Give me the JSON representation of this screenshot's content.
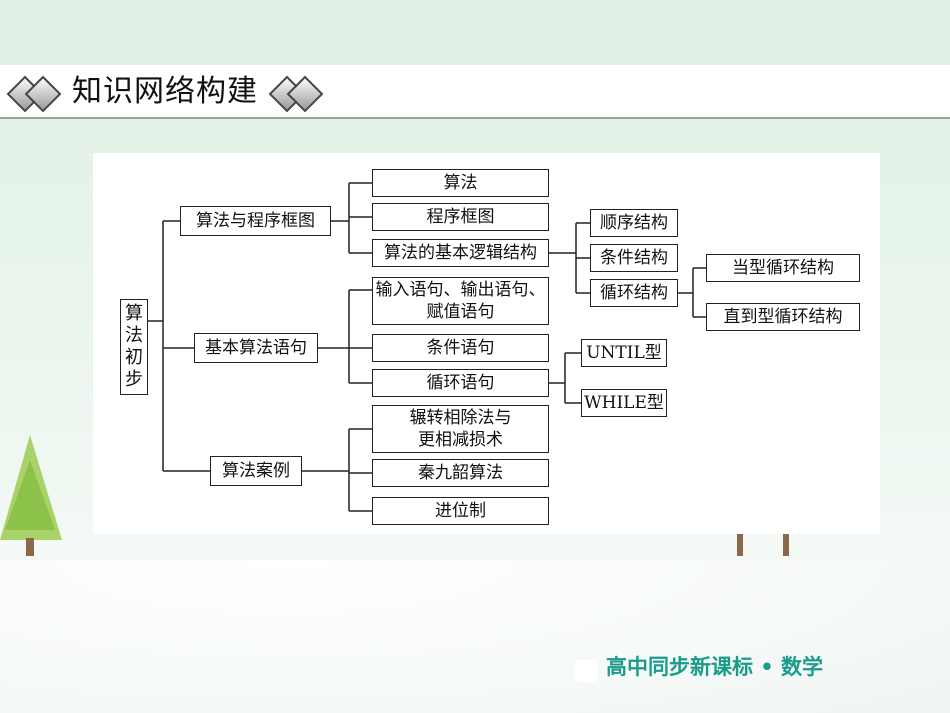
{
  "header": {
    "title": "知识网络构建"
  },
  "diagram": {
    "root": "算法\n初步",
    "level1": [
      "算法与程序框图",
      "基本算法语句",
      "算法案例"
    ],
    "algo_flow": [
      "算法",
      "程序框图",
      "算法的基本逻辑结构"
    ],
    "structures": [
      "顺序结构",
      "条件结构",
      "循环结构"
    ],
    "loops": [
      "当型循环结构",
      "直到型循环结构"
    ],
    "statements": [
      "输入语句、输出语句、\n赋值语句",
      "条件语句",
      "循环语句"
    ],
    "loop_statements": [
      "UNTIL型",
      "WHILE型"
    ],
    "cases": [
      "辗转相除法与\n更相减损术",
      "秦九韶算法",
      "进位制"
    ]
  },
  "footer": {
    "brand": "高中同步新课标 • 数学"
  }
}
